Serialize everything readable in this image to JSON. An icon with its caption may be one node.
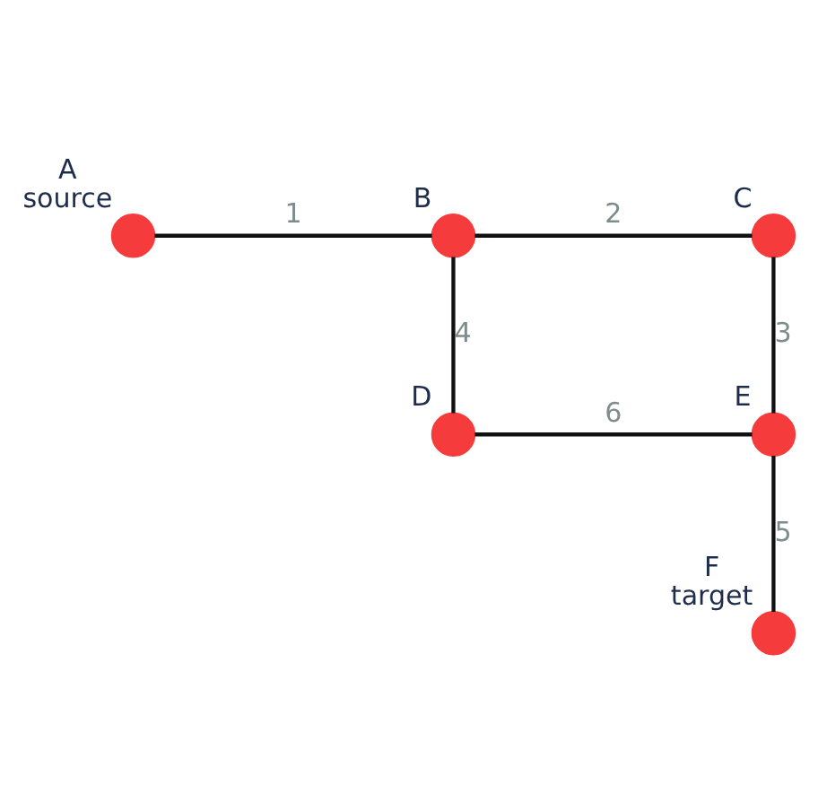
{
  "diagram": {
    "nodes": [
      {
        "text": [
          "A"
        ],
        "beside": [
          "source"
        ]
      },
      {
        "text": [
          "B"
        ]
      },
      {
        "text": [
          "C"
        ]
      },
      {
        "text": [
          "D"
        ]
      },
      {
        "text": [
          "E"
        ]
      },
      {
        "text": [
          "F"
        ],
        "beside": [
          "target"
        ]
      }
    ],
    "edges": [
      {
        "from": 0,
        "to": 1,
        "arrow": "none",
        "label": "1"
      },
      {
        "from": 1,
        "to": 2,
        "arrow": "none",
        "label": "2"
      },
      {
        "from": 2,
        "to": 4,
        "arrow": "none",
        "label": "3"
      },
      {
        "from": 1,
        "to": 3,
        "arrow": "none",
        "label": "4"
      },
      {
        "from": 4,
        "to": 5,
        "arrow": "none",
        "label": "5"
      },
      {
        "from": 3,
        "to": 4,
        "arrow": "none",
        "label": "6"
      }
    ]
  }
}
